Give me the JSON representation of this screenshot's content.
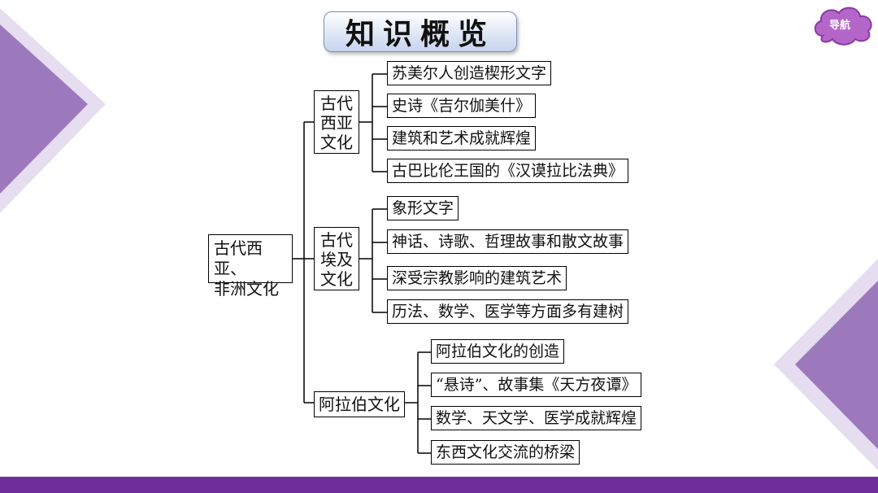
{
  "title": "知识概览",
  "nav_button": "导航",
  "root": {
    "line1": "古代西亚、",
    "line2": "非洲文化"
  },
  "branches": [
    {
      "label": [
        "古代",
        "西亚",
        "文化"
      ],
      "leaves": [
        "苏美尔人创造楔形文字",
        "史诗《吉尔伽美什》",
        "建筑和艺术成就辉煌",
        "古巴比伦王国的《汉谟拉比法典》"
      ]
    },
    {
      "label": [
        "古代",
        "埃及",
        "文化"
      ],
      "leaves": [
        "象形文字",
        "神话、诗歌、哲理故事和散文故事",
        "深受宗教影响的建筑艺术",
        "历法、数学、医学等方面多有建树"
      ]
    },
    {
      "label": [
        "阿拉伯文化"
      ],
      "leaves": [
        "阿拉伯文化的创造",
        "“悬诗”、故事集《天方夜谭》",
        "数学、天文学、医学成就辉煌",
        "东西文化交流的桥梁"
      ]
    }
  ],
  "colors": {
    "accent": "#6e2d98",
    "decor_light": "#d9cde6",
    "decor_mid": "#9c79bd"
  }
}
